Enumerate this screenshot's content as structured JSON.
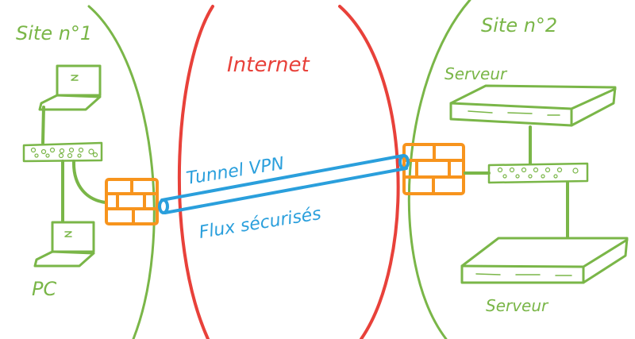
{
  "labels": {
    "site1": "Site n°1",
    "site2": "Site n°2",
    "internet": "Internet",
    "tunnel": "Tunnel VPN",
    "flux": "Flux sécurisés",
    "pc": "PC",
    "server_top": "Serveur",
    "server_bottom": "Serveur"
  },
  "colors": {
    "site": "#7ab648",
    "internet": "#e8413a",
    "tunnel": "#2a9fdc",
    "firewall": "#f7941d"
  },
  "icons": [
    "laptop-icon",
    "switch-icon",
    "firewall-icon",
    "server-icon"
  ]
}
